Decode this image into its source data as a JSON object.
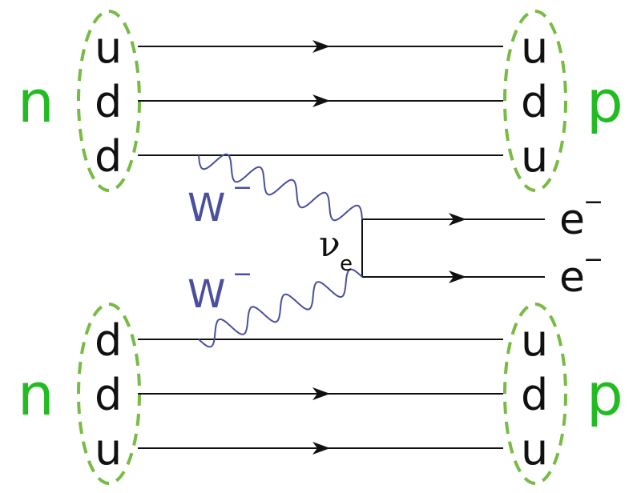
{
  "colors": {
    "hadron": "#22bb22",
    "boson": "#4a4f9e",
    "ellipse": "#77bb44",
    "line": "#111111"
  },
  "upper": {
    "in_hadron": "n",
    "out_hadron": "p",
    "in_quarks": [
      "u",
      "d",
      "d"
    ],
    "out_quarks": [
      "u",
      "d",
      "u"
    ],
    "boson": "W",
    "boson_charge": "−"
  },
  "lower": {
    "in_hadron": "n",
    "out_hadron": "p",
    "in_quarks": [
      "d",
      "d",
      "u"
    ],
    "out_quarks": [
      "u",
      "d",
      "u"
    ],
    "boson": "W",
    "boson_charge": "−"
  },
  "neutrino": {
    "symbol": "ν",
    "subscript": "e"
  },
  "electrons": [
    {
      "symbol": "e",
      "charge": "−"
    },
    {
      "symbol": "e",
      "charge": "−"
    }
  ],
  "icons": {
    "arrow": "arrow-head-icon"
  }
}
